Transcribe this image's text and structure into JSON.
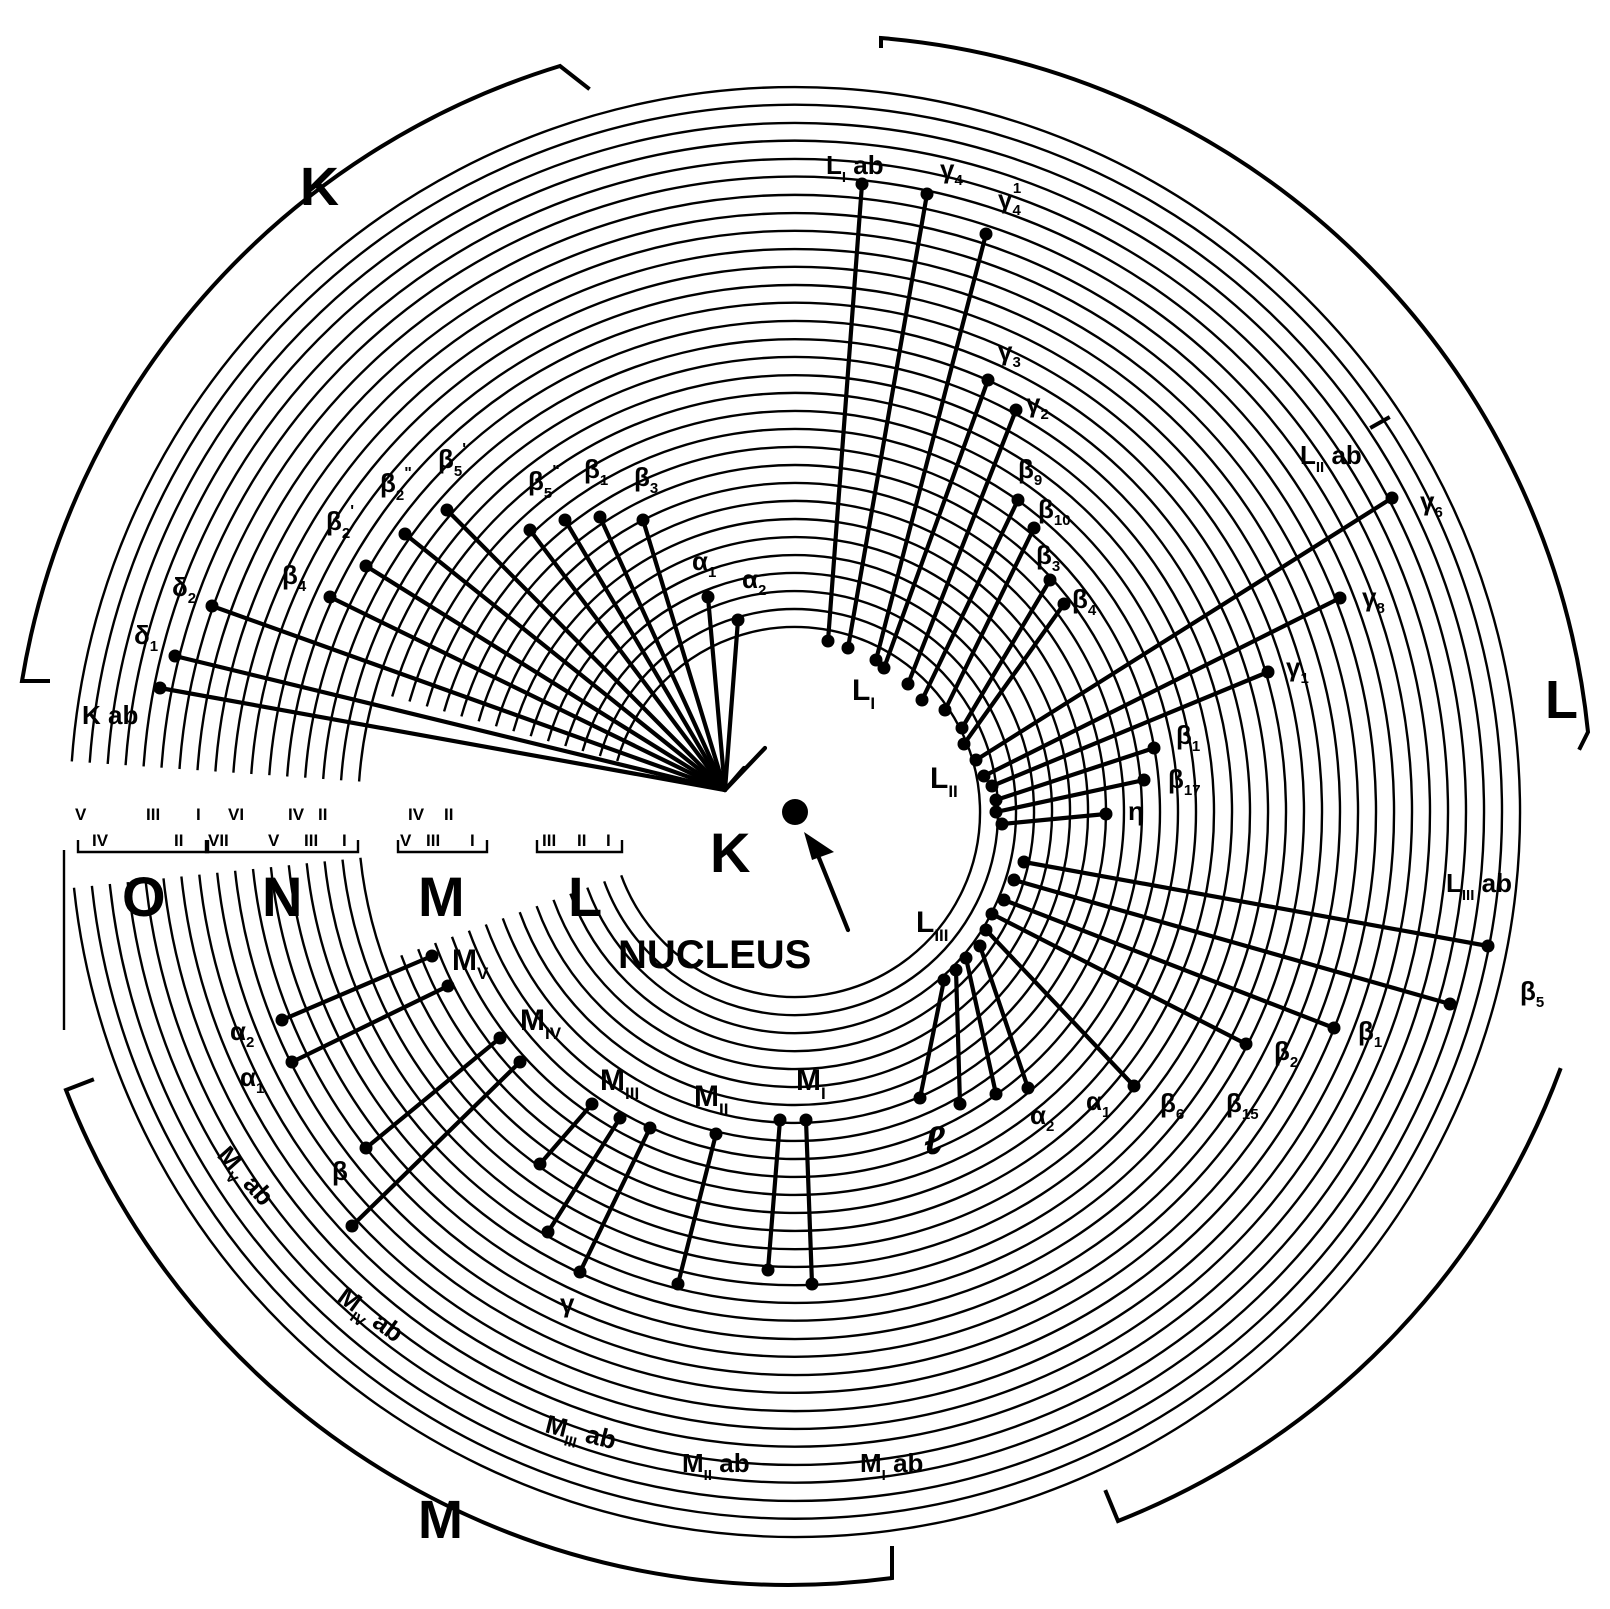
{
  "shell_labels": {
    "K": "K",
    "L": "L",
    "M": "M"
  },
  "nucleus": {
    "label": "NUCLEUS"
  },
  "level_groups": {
    "O": "O",
    "N": "N",
    "M": "M",
    "L": "L",
    "K": "K",
    "O_sub_top": [
      "V",
      "III",
      "I"
    ],
    "O_sub_bottom": [
      "IV",
      "II"
    ],
    "N_sub_top": [
      "VI",
      "IV",
      "II"
    ],
    "N_sub_bottom": [
      "VII",
      "V",
      "III",
      "I"
    ],
    "M_sub_top": [
      "IV",
      "II"
    ],
    "M_sub_bottom": [
      "V",
      "III",
      "I"
    ],
    "L_sub_bottom": [
      "III",
      "II",
      "I"
    ]
  },
  "edges": [
    {
      "base": "K",
      "sub": "",
      "tail": " ab"
    },
    {
      "base": "L",
      "sub": "I",
      "tail": " ab"
    },
    {
      "base": "L",
      "sub": "II",
      "tail": " ab"
    },
    {
      "base": "L",
      "sub": "III",
      "tail": " ab"
    },
    {
      "base": "M",
      "sub": "I",
      "tail": " ab"
    },
    {
      "base": "M",
      "sub": "II",
      "tail": " ab"
    },
    {
      "base": "M",
      "sub": "III",
      "tail": " ab"
    },
    {
      "base": "M",
      "sub": "IV",
      "tail": " ab"
    },
    {
      "base": "M",
      "sub": "V",
      "tail": " ab"
    }
  ],
  "levels": [
    {
      "base": "L",
      "sub": "I"
    },
    {
      "base": "L",
      "sub": "II"
    },
    {
      "base": "L",
      "sub": "III"
    },
    {
      "base": "M",
      "sub": "V"
    },
    {
      "base": "M",
      "sub": "IV"
    },
    {
      "base": "M",
      "sub": "III"
    },
    {
      "base": "M",
      "sub": "II"
    },
    {
      "base": "M",
      "sub": "I"
    }
  ],
  "k_lines": [
    {
      "base": "α",
      "sub": "1"
    },
    {
      "base": "α",
      "sub": "2"
    },
    {
      "base": "β",
      "sub": "3"
    },
    {
      "base": "β",
      "sub": "1"
    },
    {
      "base": "β",
      "sub": "5",
      "sup": "\""
    },
    {
      "base": "β",
      "sub": "5",
      "sup": "'"
    },
    {
      "base": "β",
      "sub": "2",
      "sup": "\""
    },
    {
      "base": "β",
      "sub": "2",
      "sup": "'"
    },
    {
      "base": "β",
      "sub": "4"
    },
    {
      "base": "δ",
      "sub": "2"
    },
    {
      "base": "δ",
      "sub": "1"
    }
  ],
  "l_lines": [
    {
      "base": "γ",
      "sub": "4"
    },
    {
      "base": "γ",
      "sub": "4",
      "sup": "1"
    },
    {
      "base": "γ",
      "sub": "3"
    },
    {
      "base": "γ",
      "sub": "2"
    },
    {
      "base": "β",
      "sub": "9"
    },
    {
      "base": "β",
      "sub": "10"
    },
    {
      "base": "β",
      "sub": "3"
    },
    {
      "base": "β",
      "sub": "4"
    },
    {
      "base": "γ",
      "sub": "6"
    },
    {
      "base": "γ",
      "sub": "8"
    },
    {
      "base": "γ",
      "sub": "1"
    },
    {
      "base": "β",
      "sub": "1"
    },
    {
      "base": "β",
      "sub": "17"
    },
    {
      "base": "η",
      "sub": ""
    },
    {
      "base": "β",
      "sub": "5"
    },
    {
      "base": "β",
      "sub": "1"
    },
    {
      "base": "β",
      "sub": "2"
    },
    {
      "base": "β",
      "sub": "15"
    },
    {
      "base": "β",
      "sub": "6"
    },
    {
      "base": "α",
      "sub": "1"
    },
    {
      "base": "α",
      "sub": "2"
    },
    {
      "base": "ℓ",
      "sub": ""
    }
  ],
  "m_lines": [
    {
      "base": "α",
      "sub": "2"
    },
    {
      "base": "α",
      "sub": "1"
    },
    {
      "base": "β",
      "sub": ""
    },
    {
      "base": "γ",
      "sub": ""
    }
  ]
}
